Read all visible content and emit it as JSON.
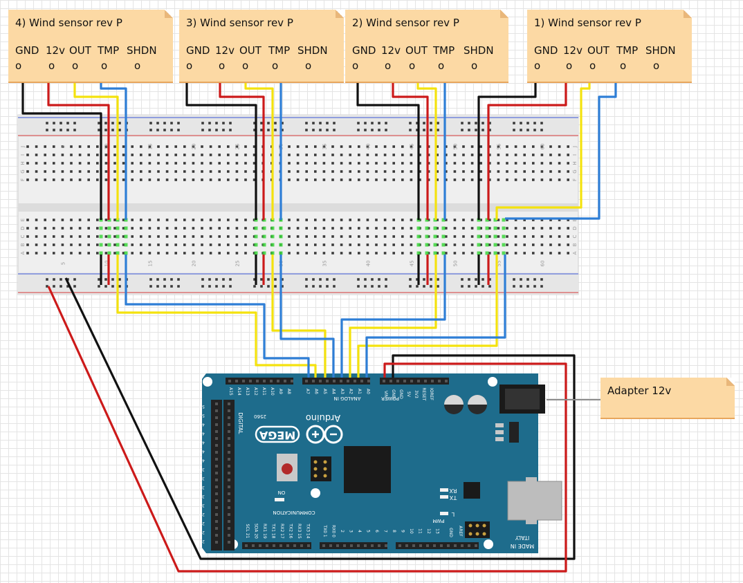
{
  "sensors": [
    {
      "title": "4) Wind sensor rev P",
      "pins": [
        "GND",
        "12v",
        "OUT",
        "TMP",
        "SHDN"
      ],
      "pin_mark": "o"
    },
    {
      "title": "3) Wind sensor rev P",
      "pins": [
        "GND",
        "12v",
        "OUT",
        "TMP",
        "SHDN"
      ],
      "pin_mark": "o"
    },
    {
      "title": "2) Wind sensor rev P",
      "pins": [
        "GND",
        "12v",
        "OUT",
        "TMP",
        "SHDN"
      ],
      "pin_mark": "o"
    },
    {
      "title": "1) Wind sensor rev P",
      "pins": [
        "GND",
        "12v",
        "OUT",
        "TMP",
        "SHDN"
      ],
      "pin_mark": "o"
    }
  ],
  "adapter": {
    "label": "Adapter 12v"
  },
  "breadboard": {
    "column_numbers": [
      "5",
      "10",
      "15",
      "20",
      "25",
      "30",
      "35",
      "40",
      "45",
      "50",
      "55",
      "60"
    ],
    "row_letters_top": [
      "J",
      "I",
      "H",
      "G",
      "F"
    ],
    "row_letters_bottom": [
      "E",
      "D",
      "C",
      "B",
      "A"
    ]
  },
  "arduino": {
    "board_name": "MEGA",
    "brand": "Arduino",
    "model": "2560",
    "on_label": "ON",
    "made_in": "MADE IN",
    "country": "ITALY",
    "digital_label": "DIGITAL",
    "communication_label": "COMMUNICATION",
    "power_label": "POWER",
    "analog_label": "ANALOG IN",
    "pwm_label": "PWM",
    "rx_label": "RX",
    "tx_label": "TX",
    "l_label": "L",
    "aref_label": "AREF",
    "gnd_label": "GND",
    "analog_pins": [
      "A15",
      "A14",
      "A13",
      "A12",
      "A11",
      "A10",
      "A9",
      "A8",
      "A7",
      "A6",
      "A5",
      "A4",
      "A3",
      "A2",
      "A1",
      "A0"
    ],
    "power_pins": [
      "VIN",
      "GND",
      "GND",
      "5V",
      "3V3",
      "RESET",
      "IOREF"
    ],
    "comm_pins": [
      "SCL 21",
      "SDA 20",
      "RX1 19",
      "TX1 18",
      "RX2 17",
      "TX2 16",
      "RX3 15",
      "TX3 14"
    ],
    "pwm_pins": [
      "TX0 1",
      "RX0 0",
      "2",
      "3",
      "4",
      "5",
      "6",
      "7",
      "8",
      "9",
      "10",
      "11",
      "12",
      "13"
    ],
    "digital_pins": [
      "53",
      "51",
      "49",
      "47",
      "45",
      "43",
      "41",
      "39",
      "37",
      "35",
      "33",
      "31",
      "29",
      "27",
      "25",
      "23"
    ]
  },
  "colors": {
    "board": "#1e6c8c",
    "wire_black": "#111111",
    "wire_red": "#cc1a1a",
    "wire_yellow": "#f4e20e",
    "wire_blue": "#2e7ed6",
    "note": "#fcd9a4",
    "breadboard": "#efefef"
  }
}
